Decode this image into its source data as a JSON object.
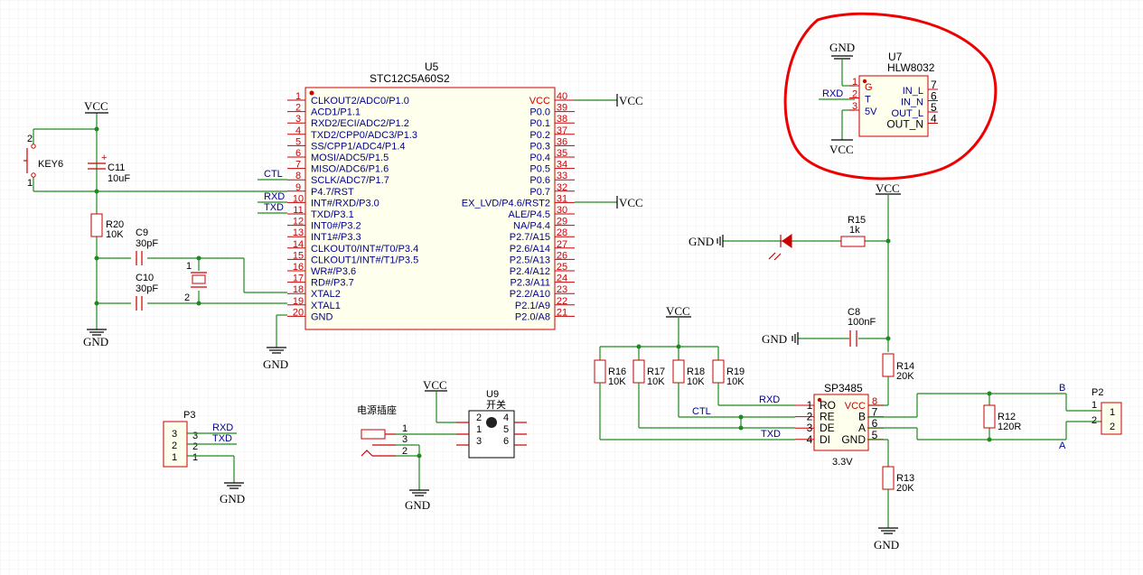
{
  "u5": {
    "ref": "U5",
    "part": "STC12C5A60S2",
    "left_pins": [
      {
        "num": "1",
        "name": "CLKOUT2/ADC0/P1.0"
      },
      {
        "num": "2",
        "name": "ACD1/P1.1"
      },
      {
        "num": "3",
        "name": "RXD2/ECI/ADC2/P1.2"
      },
      {
        "num": "4",
        "name": "TXD2/CPP0/ADC3/P1.3"
      },
      {
        "num": "5",
        "name": "SS/CPP1/ADC4/P1.4"
      },
      {
        "num": "6",
        "name": "MOSI/ADC5/P1.5"
      },
      {
        "num": "7",
        "name": "MISO/ADC6/P1.6"
      },
      {
        "num": "8",
        "name": "SCLK/ADC7/P1.7"
      },
      {
        "num": "9",
        "name": "P4.7/RST"
      },
      {
        "num": "10",
        "name": "INT#/RXD/P3.0"
      },
      {
        "num": "11",
        "name": "TXD/P3.1"
      },
      {
        "num": "12",
        "name": "INT0#/P3.2"
      },
      {
        "num": "13",
        "name": "INT1#/P3.3"
      },
      {
        "num": "14",
        "name": "CLKOUT0/INT#/T0/P3.4"
      },
      {
        "num": "15",
        "name": "CLKOUT1/INT#/T1/P3.5"
      },
      {
        "num": "16",
        "name": "WR#/P3.6"
      },
      {
        "num": "17",
        "name": "RD#/P3.7"
      },
      {
        "num": "18",
        "name": "XTAL2"
      },
      {
        "num": "19",
        "name": "XTAL1"
      },
      {
        "num": "20",
        "name": "GND"
      }
    ],
    "right_pins": [
      {
        "num": "40",
        "name": "VCC"
      },
      {
        "num": "39",
        "name": "P0.0"
      },
      {
        "num": "38",
        "name": "P0.1"
      },
      {
        "num": "37",
        "name": "P0.2"
      },
      {
        "num": "36",
        "name": "P0.3"
      },
      {
        "num": "35",
        "name": "P0.4"
      },
      {
        "num": "34",
        "name": "P0.5"
      },
      {
        "num": "33",
        "name": "P0.6"
      },
      {
        "num": "32",
        "name": "P0.7"
      },
      {
        "num": "31",
        "name": "EX_LVD/P4.6/RST2"
      },
      {
        "num": "30",
        "name": "ALE/P4.5"
      },
      {
        "num": "29",
        "name": "NA/P4.4"
      },
      {
        "num": "28",
        "name": "P2.7/A15"
      },
      {
        "num": "27",
        "name": "P2.6/A14"
      },
      {
        "num": "26",
        "name": "P2.5/A13"
      },
      {
        "num": "25",
        "name": "P2.4/A12"
      },
      {
        "num": "24",
        "name": "P2.3/A11"
      },
      {
        "num": "23",
        "name": "P2.2/A10"
      },
      {
        "num": "22",
        "name": "P2.1/A9"
      },
      {
        "num": "21",
        "name": "P2.0/A8"
      }
    ]
  },
  "u7": {
    "ref": "U7",
    "part": "HLW8032",
    "left_pins": [
      {
        "num": "1",
        "name": "G"
      },
      {
        "num": "2",
        "name": "T"
      },
      {
        "num": "3",
        "name": "5V"
      }
    ],
    "right_pins": [
      {
        "num": "7",
        "name": "IN_L"
      },
      {
        "num": "6",
        "name": "IN_N"
      },
      {
        "num": "5",
        "name": "OUT_L"
      },
      {
        "num": "4",
        "name": "OUT_N"
      }
    ]
  },
  "sp3485": {
    "ref": "SP3485",
    "left_pins": [
      {
        "num": "1",
        "name": "RO"
      },
      {
        "num": "2",
        "name": "RE"
      },
      {
        "num": "3",
        "name": "DE"
      },
      {
        "num": "4",
        "name": "DI"
      }
    ],
    "right_pins": [
      {
        "num": "8",
        "name": "VCC"
      },
      {
        "num": "7",
        "name": "B"
      },
      {
        "num": "6",
        "name": "A"
      },
      {
        "num": "5",
        "name": "GND"
      }
    ],
    "value": "3.3V"
  },
  "power": {
    "vcc": "VCC",
    "gnd": "GND"
  },
  "nets": {
    "ctl": "CTL",
    "rxd": "RXD",
    "txd": "TXD",
    "b": "B",
    "a": "A"
  },
  "parts": {
    "key6": "KEY6",
    "c11": {
      "ref": "C11",
      "value": "10uF"
    },
    "r20": {
      "ref": "R20",
      "value": "10K"
    },
    "c9": {
      "ref": "C9",
      "value": "30pF"
    },
    "c10": {
      "ref": "C10",
      "value": "30pF"
    },
    "r15": {
      "ref": "R15",
      "value": "1k"
    },
    "c8": {
      "ref": "C8",
      "value": "100nF"
    },
    "r14": {
      "ref": "R14",
      "value": "20K"
    },
    "r13": {
      "ref": "R13",
      "value": "20K"
    },
    "r12": {
      "ref": "R12",
      "value": "120R"
    },
    "r16": {
      "ref": "R16",
      "value": "10K"
    },
    "r17": {
      "ref": "R17",
      "value": "10K"
    },
    "r18": {
      "ref": "R18",
      "value": "10K"
    },
    "r19": {
      "ref": "R19",
      "value": "10K"
    },
    "p2": {
      "ref": "P2"
    },
    "p3": {
      "ref": "P3"
    },
    "u9": {
      "ref": "U9",
      "label": "开关"
    },
    "power_jack": {
      "label": "电源插座"
    }
  },
  "pin_nums": {
    "key_1": "1",
    "key_2": "2",
    "xtal_1": "1",
    "xtal_2": "2",
    "p3_1": "1",
    "p3_2": "2",
    "p3_3": "3",
    "p2_1": "1",
    "p2_2": "2",
    "jack_1": "1",
    "jack_2": "2",
    "jack_3": "3",
    "u9_1": "1",
    "u9_2": "2",
    "u9_3": "3",
    "u9_4": "4",
    "u9_5": "5",
    "u9_6": "6"
  },
  "colors": {
    "wire": "#1e8a1e",
    "pin": "#cc0000",
    "label": "#00008b",
    "body": "#ffffee",
    "highlight": "#ee0000"
  }
}
